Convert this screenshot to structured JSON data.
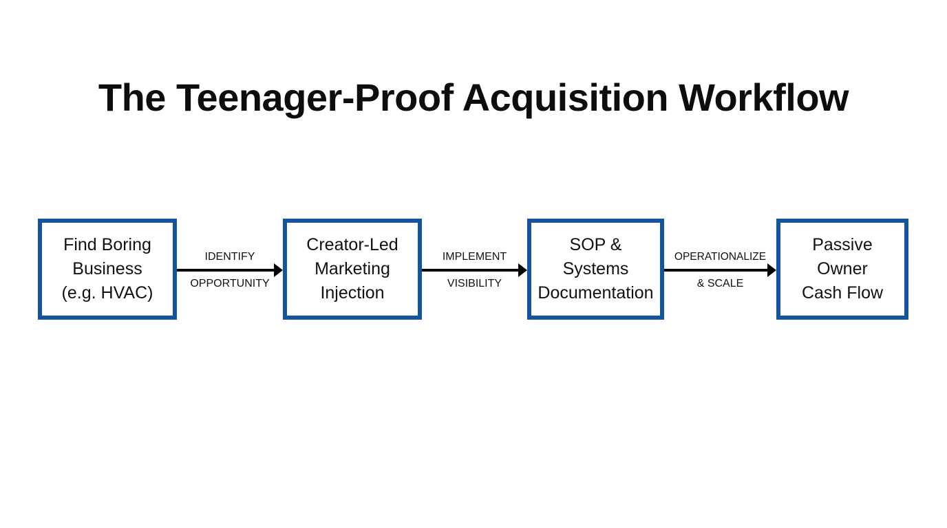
{
  "slide": {
    "title": "The Teenager-Proof Acquisition Workflow",
    "background_color": "#FFFFFF",
    "accent_color": "#14549F",
    "text_color": "#111111"
  },
  "diagram": {
    "type": "linear-process-flow",
    "orientation": "horizontal",
    "node_count": 4,
    "connector_count": 3,
    "nodes": [
      {
        "id": "node-0",
        "label": "Find Boring\nBusiness\n(e.g. HVAC)",
        "lines": [
          "Find Boring",
          "Business",
          "(e.g. HVAC)"
        ]
      },
      {
        "id": "node-1",
        "label": "Creator-Led\nMarketing\nInjection",
        "lines": [
          "Creator-Led",
          "Marketing",
          "Injection"
        ]
      },
      {
        "id": "node-2",
        "label": "SOP &\nSystems\nDocumentation",
        "lines": [
          "SOP &",
          "Systems",
          "Documentation"
        ]
      },
      {
        "id": "node-3",
        "label": "Passive\nOwner\nCash Flow",
        "lines": [
          "Passive",
          "Owner",
          "Cash Flow"
        ]
      }
    ],
    "connectors": [
      {
        "id": "conn-0",
        "from": "node-0",
        "to": "node-1",
        "label_above": "IDENTIFY",
        "label_below": "OPPORTUNITY"
      },
      {
        "id": "conn-1",
        "from": "node-1",
        "to": "node-2",
        "label_above": "IMPLEMENT",
        "label_below": "VISIBILITY"
      },
      {
        "id": "conn-2",
        "from": "node-2",
        "to": "node-3",
        "label_above": "OPERATIONALIZE",
        "label_below": "& SCALE"
      }
    ]
  }
}
